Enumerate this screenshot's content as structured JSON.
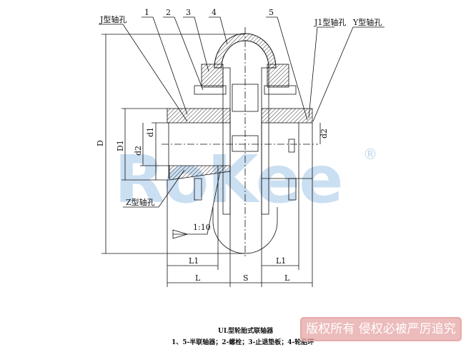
{
  "labels": {
    "j_bore": "J型轴孔",
    "part1": "1",
    "part2": "2",
    "part3": "3",
    "part4": "4",
    "part5": "5",
    "j1_bore": "J1型轴孔",
    "y_bore": "Y型轴孔",
    "z_bore": "Z型轴孔",
    "taper": "1:10"
  },
  "dimensions": {
    "D": "D",
    "D1": "D1",
    "d1": "d1",
    "d2_left": "d2",
    "d2_right": "d2",
    "L1_left": "L1",
    "L1_right": "L1",
    "L_left": "L",
    "S": "S",
    "L_right": "L"
  },
  "caption": {
    "title": "UL型轮胎式联轴器",
    "legend": "1、5-半联轴器；2-螺栓；3-止退垫板；4-轮胎环"
  },
  "watermark": {
    "logo": "RoKee",
    "copyright": "版权所有 侵权必被严厉追究"
  },
  "colors": {
    "line": "#111111",
    "watermark": "#468cd2",
    "copyright_bg": "#e29696"
  }
}
